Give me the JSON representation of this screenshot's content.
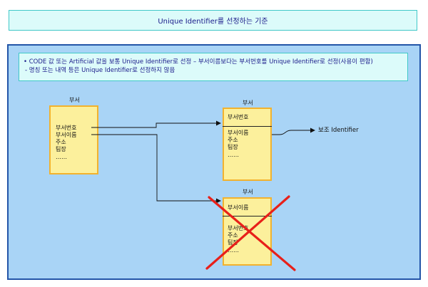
{
  "title": "Unique Identifier를 선정하는 기준",
  "notes": [
    "• CODE 값 또는 Artificial 값을 보통 Unique Identifier로 선정 – 부서이름보다는 부서번호를 Unique Identifier로 선정(사용이 편함)",
    "- 명칭 또는 내역 등은 Unique Identifier로 선정하지 않음"
  ],
  "entity_left": {
    "caption": "부서",
    "attributes": [
      "부서번호",
      "부서이름",
      "주소",
      "팀장",
      "……"
    ]
  },
  "entity_top_right": {
    "caption": "부서",
    "identifier": "부서번호",
    "attributes": [
      "부서이름",
      "주소",
      "팀장",
      "……"
    ]
  },
  "entity_bottom_right": {
    "caption": "부서",
    "identifier": "부서이름",
    "attributes": [
      "부서번호",
      "주소",
      "팀장",
      "……"
    ],
    "rejected": true
  },
  "secondary_label": "보조 Identifier",
  "colors": {
    "panel": "#a9d4f6",
    "entity_fill": "#fcf09c",
    "entity_border": "#f2b22e",
    "reject_mark": "#e8201a"
  }
}
